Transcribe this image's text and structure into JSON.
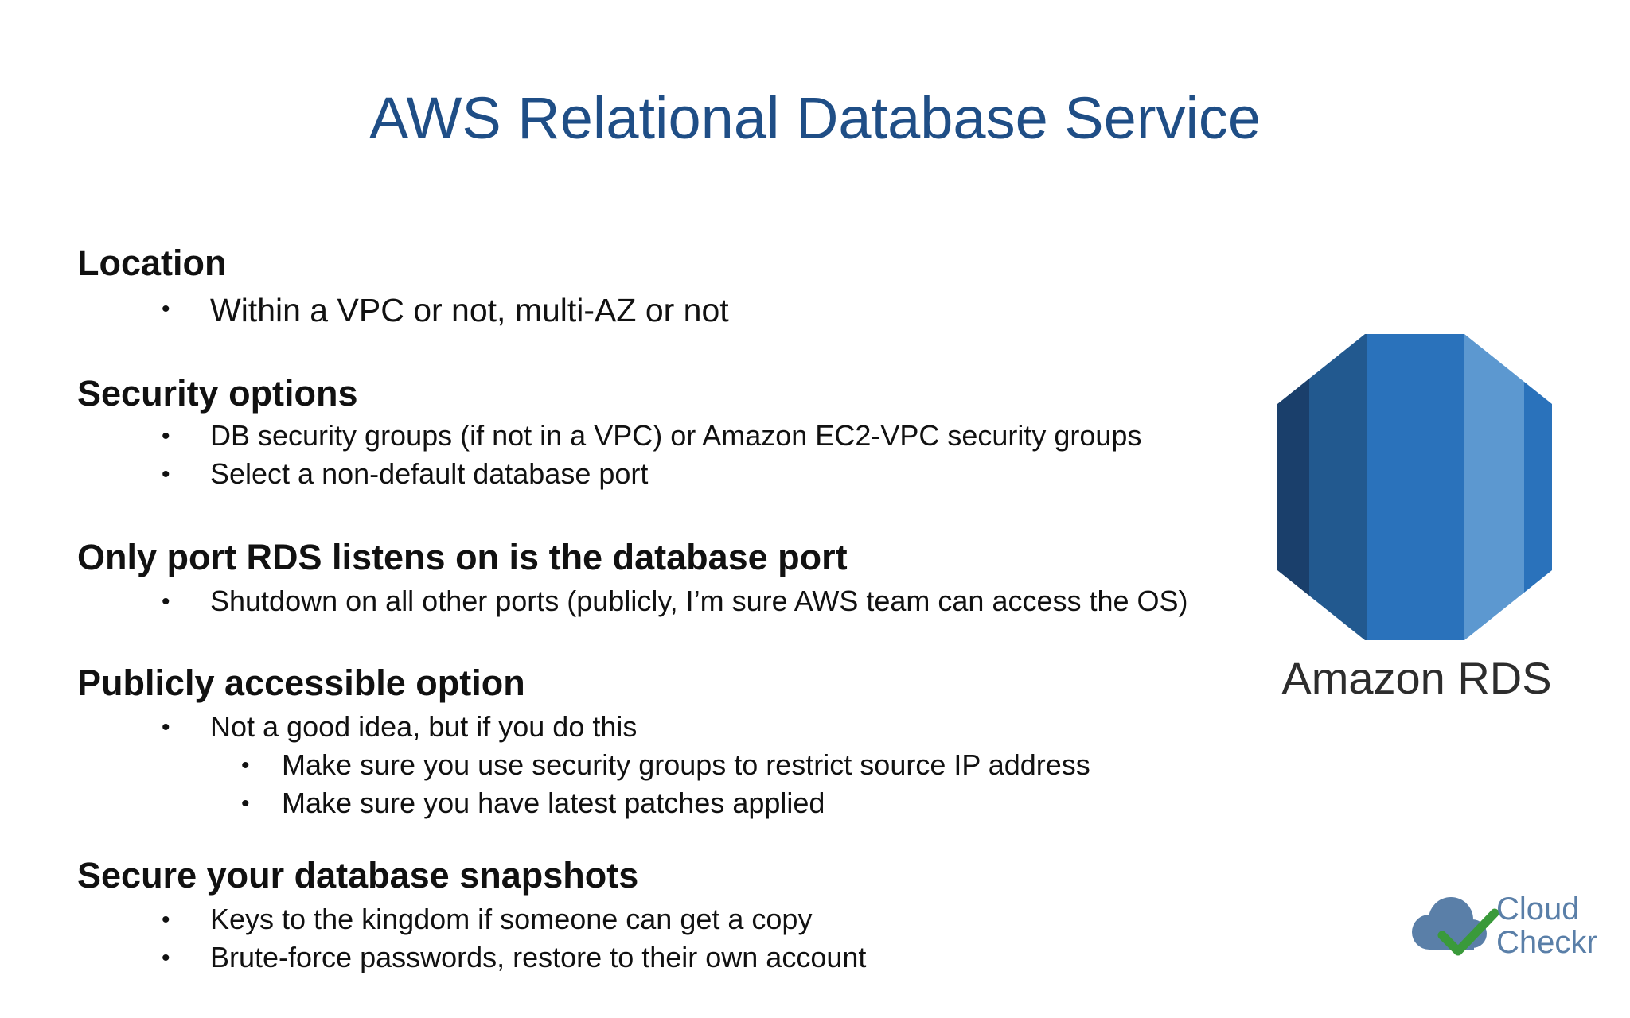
{
  "slide": {
    "title": "AWS Relational Database Service"
  },
  "sections": [
    {
      "heading": "Location",
      "bullets": [
        "Within a VPC or not, multi-AZ or not"
      ]
    },
    {
      "heading": "Security options",
      "bullets": [
        "DB security groups (if not in a VPC) or Amazon EC2-VPC security groups",
        "Select a non-default database port"
      ]
    },
    {
      "heading": "Only port RDS listens on is the database port",
      "bullets": [
        "Shutdown on all other ports (publicly, I’m sure AWS team can access the OS)"
      ]
    },
    {
      "heading": "Publicly accessible option",
      "bullets": [
        "Not a good idea, but if you do this"
      ],
      "sub_bullets": [
        "Make sure you use security groups to restrict source IP address",
        "Make sure you have latest patches applied"
      ]
    },
    {
      "heading": "Secure your database snapshots",
      "bullets": [
        "Keys to the kingdom if someone can get a copy",
        "Brute-force passwords, restore to their own account"
      ]
    }
  ],
  "logos": {
    "rds_caption": "Amazon RDS",
    "cloudcheckr_line1": "Cloud",
    "cloudcheckr_line2": "Checkr"
  },
  "colors": {
    "title": "#1f4e86",
    "rds_dark": "#1a4a7a",
    "rds_mid": "#2e73b8",
    "rds_light": "#5b9bd5",
    "cloudcheckr_text": "#5a7fa8",
    "cloudcheckr_check": "#3a9a3a"
  }
}
